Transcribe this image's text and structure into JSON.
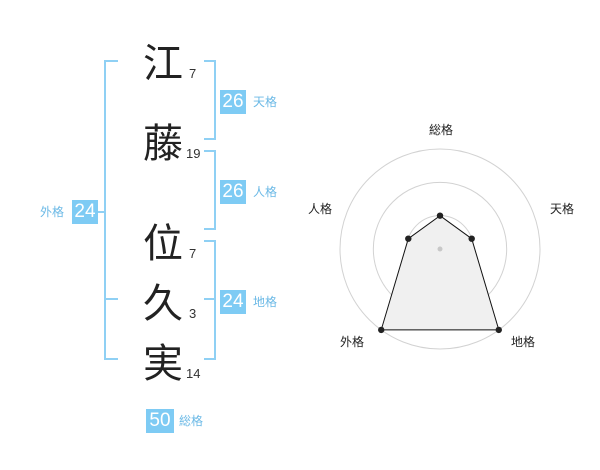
{
  "name": {
    "chars": [
      {
        "char": "江",
        "strokes": "7"
      },
      {
        "char": "藤",
        "strokes": "19"
      },
      {
        "char": "位",
        "strokes": "7"
      },
      {
        "char": "久",
        "strokes": "3"
      },
      {
        "char": "実",
        "strokes": "14"
      }
    ]
  },
  "kakusu": {
    "tenkaku": {
      "label": "天格",
      "value": "26"
    },
    "jinkaku": {
      "label": "人格",
      "value": "26"
    },
    "chikaku": {
      "label": "地格",
      "value": "24"
    },
    "gaikaku": {
      "label": "外格",
      "value": "24"
    },
    "soukaku": {
      "label": "総格",
      "value": "50"
    }
  },
  "colors": {
    "accent": "#7ecbf4",
    "bracket": "#8fd0f4",
    "radar_fill": "#f0f0f0"
  },
  "chart_data": {
    "type": "radar",
    "axes": [
      "総格",
      "天格",
      "地格",
      "外格",
      "人格"
    ],
    "values": [
      1,
      1,
      3,
      3,
      1
    ],
    "max": 3,
    "rings": 3
  }
}
